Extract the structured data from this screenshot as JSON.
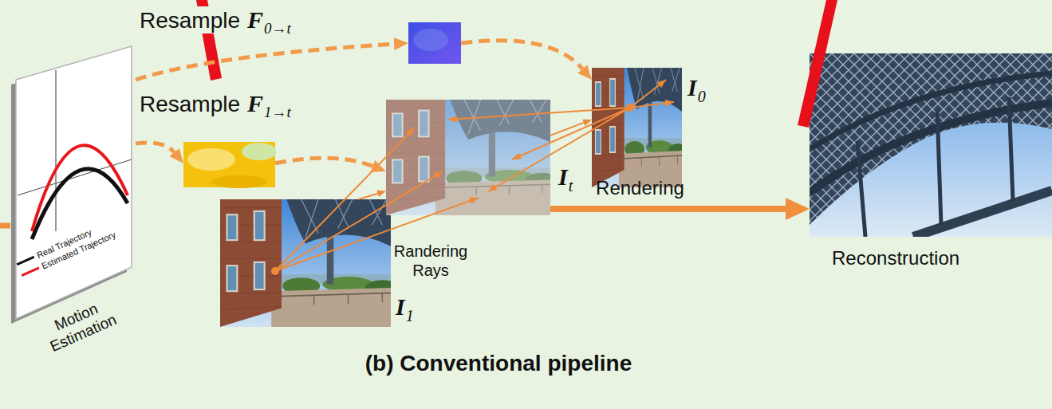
{
  "diagram": {
    "nodes": [
      {
        "text": [
          "Motion Estimation"
        ]
      },
      {
        "text": [
          "Resample",
          "F",
          "0→t"
        ]
      },
      {
        "text": [
          "Resample",
          "F",
          "1→t"
        ]
      },
      {
        "text": [
          "I",
          "0"
        ]
      },
      {
        "text": [
          "I",
          "t"
        ]
      },
      {
        "text": [
          "I",
          "1"
        ]
      },
      {
        "text": [
          "Reconstruction"
        ]
      }
    ],
    "edges": [
      {
        "from": 0,
        "to": 1,
        "arrow": "to"
      },
      {
        "from": 0,
        "to": 2,
        "arrow": "to"
      },
      {
        "from": 1,
        "to": 3,
        "arrow": "to"
      },
      {
        "from": 2,
        "to": 4,
        "arrow": "to"
      },
      {
        "from": 4,
        "to": 6,
        "arrow": "to",
        "label": "Rendering"
      },
      {
        "from": 5,
        "to": 4,
        "arrow": "to"
      },
      {
        "from": 4,
        "to": 3,
        "arrow": "to"
      }
    ],
    "labels": [
      "Randering Rays",
      "(b) Conventional pipeline"
    ],
    "legend": [
      {
        "text": "Real Trajectory"
      },
      {
        "text": "Estimated Trajectory"
      }
    ]
  }
}
